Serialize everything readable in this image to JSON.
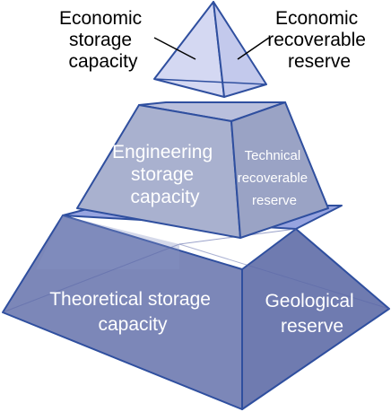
{
  "tiers": {
    "top": {
      "left_label": [
        "Economic",
        "storage",
        "capacity"
      ],
      "right_label": [
        "Economic",
        "recoverable",
        "reserve"
      ]
    },
    "middle": {
      "left_label": [
        "Engineering",
        "storage",
        "capacity"
      ],
      "right_label": [
        "Technical",
        "recoverable",
        "reserve"
      ]
    },
    "bottom": {
      "left_label": [
        "Theoretical storage",
        "capacity"
      ],
      "right_label": [
        "Geological",
        "reserve"
      ]
    }
  },
  "colors": {
    "edge": "#2f4f9f",
    "top_left": "#d4d8f2",
    "top_right": "#c3c9ec",
    "mid_front": "#a9b1cf",
    "mid_right": "#9aa3c5",
    "mid_top": "#b9bfdc",
    "bottom_front": "#7c87b8",
    "bottom_right": "#6f7bb0",
    "bottom_top": "#97a4e0"
  }
}
